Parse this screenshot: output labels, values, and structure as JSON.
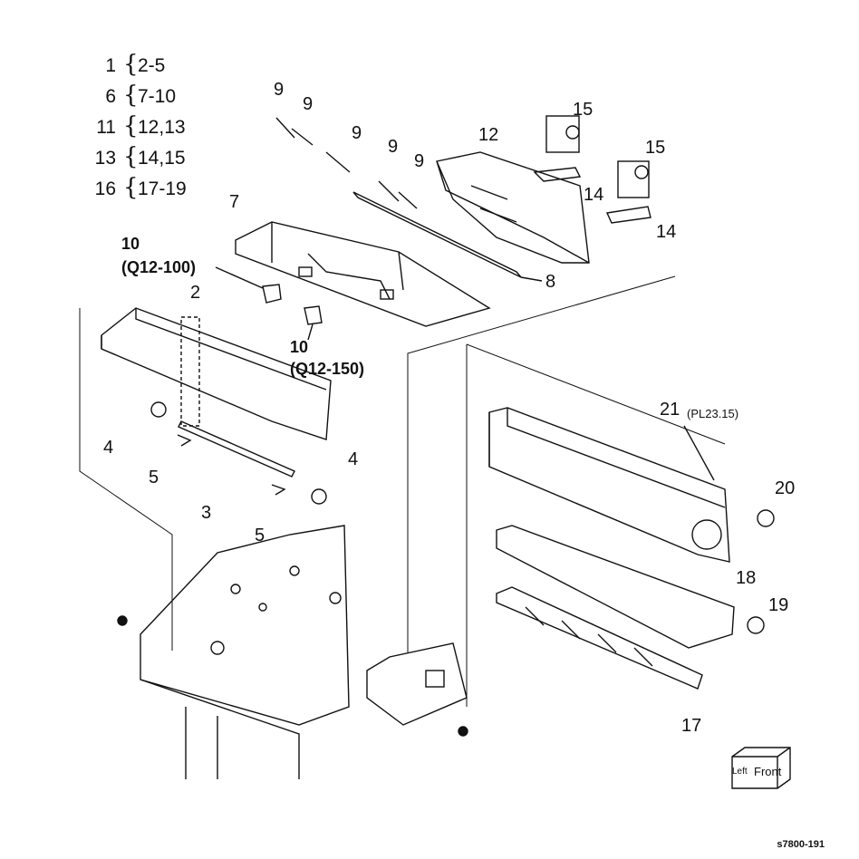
{
  "legend": [
    {
      "num": "1",
      "range": "2-5"
    },
    {
      "num": "6",
      "range": "7-10"
    },
    {
      "num": "11",
      "range": "12,13"
    },
    {
      "num": "13",
      "range": "14,15"
    },
    {
      "num": "16",
      "range": "17-19"
    }
  ],
  "callouts": {
    "c9a": "9",
    "c9b": "9",
    "c9c": "9",
    "c9d": "9",
    "c9e": "9",
    "c12": "12",
    "c15a": "15",
    "c15b": "15",
    "c14a": "14",
    "c14b": "14",
    "c7": "7",
    "c8": "8",
    "c10a": "10",
    "c10a_code": "(Q12-100)",
    "c10b": "10",
    "c10b_code": "(Q12-150)",
    "c2": "2",
    "c4a": "4",
    "c4b": "4",
    "c5a": "5",
    "c5b": "5",
    "c3": "3",
    "c21": "21",
    "c21_ref": "(PL23.15)",
    "c20": "20",
    "c18": "18",
    "c19": "19",
    "c17": "17"
  },
  "orientation": {
    "left": "Left",
    "front": "Front"
  },
  "figure_code": "s7800-191"
}
